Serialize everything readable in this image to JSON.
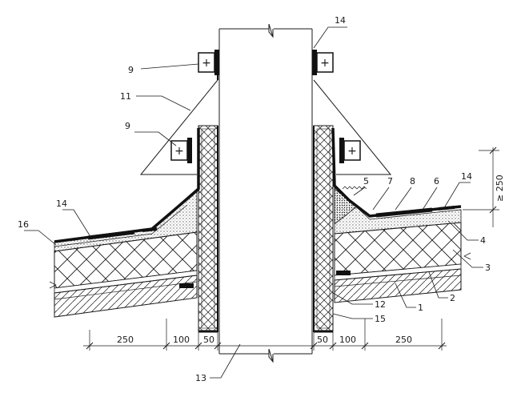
{
  "callouts": [
    {
      "id": "c14a",
      "label": "14"
    },
    {
      "id": "c9a",
      "label": "9"
    },
    {
      "id": "c11",
      "label": "11"
    },
    {
      "id": "c9b",
      "label": "9"
    },
    {
      "id": "c14b",
      "label": "14"
    },
    {
      "id": "c16",
      "label": "16"
    },
    {
      "id": "c5",
      "label": "5"
    },
    {
      "id": "c7",
      "label": "7"
    },
    {
      "id": "c8",
      "label": "8"
    },
    {
      "id": "c6",
      "label": "6"
    },
    {
      "id": "c14c",
      "label": "14"
    },
    {
      "id": "c4",
      "label": "4"
    },
    {
      "id": "c3",
      "label": "3"
    },
    {
      "id": "c2",
      "label": "2"
    },
    {
      "id": "c1",
      "label": "1"
    },
    {
      "id": "c12",
      "label": "12"
    },
    {
      "id": "c15",
      "label": "15"
    },
    {
      "id": "c13",
      "label": "13"
    }
  ],
  "dimensions": {
    "left_250": "250",
    "left_100": "100",
    "left_50": "50",
    "right_50": "50",
    "right_100": "100",
    "right_250": "250",
    "vertical": "≥ 250"
  },
  "clamp_symbol": "+"
}
